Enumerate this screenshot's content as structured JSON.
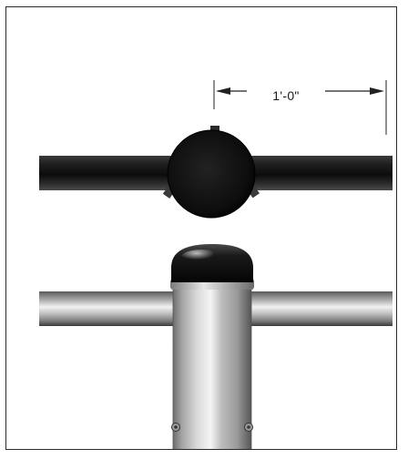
{
  "dimension": {
    "label": "1'-0\""
  },
  "colors": {
    "frame_border": "#2a2a2a",
    "black_rail": "#1a1a1a",
    "steel_rail": "#9a9a9a",
    "cap": "#111111"
  },
  "views": {
    "top": "top-view-black-rail-with-round-cap",
    "front": "front-view-stainless-post-with-dome-cap"
  }
}
